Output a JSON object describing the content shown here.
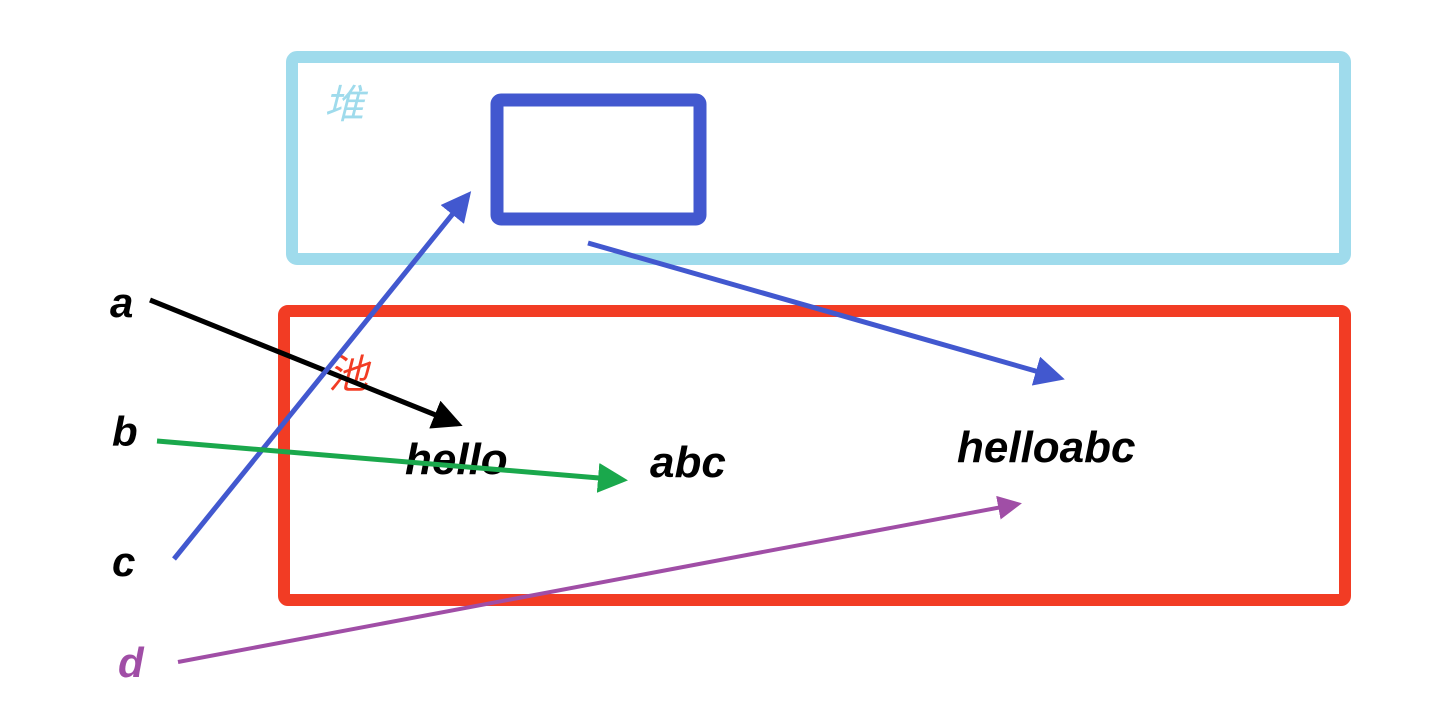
{
  "heap": {
    "label": "堆",
    "color": "#9fdbec"
  },
  "pool": {
    "label": "池",
    "color": "#f23c24"
  },
  "heap_object": {
    "color": "#4258cf"
  },
  "strings": {
    "hello": "hello",
    "abc": "abc",
    "helloabc": "helloabc"
  },
  "variables": {
    "a": {
      "label": "a",
      "color": "#000000"
    },
    "b": {
      "label": "b",
      "color": "#000000"
    },
    "c": {
      "label": "c",
      "color": "#000000"
    },
    "d": {
      "label": "d",
      "color": "#a04ea6"
    }
  },
  "arrow_colors": {
    "a_to_hello": "#000000",
    "b_to_abc": "#1aa84c",
    "c_to_heap_object": "#4258cf",
    "heap_object_to_helloabc": "#4258cf",
    "d_to_helloabc": "#a04ea6"
  }
}
